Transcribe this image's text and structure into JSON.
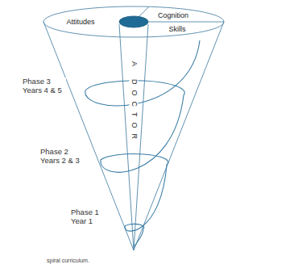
{
  "diagram": {
    "caption": "spiral curriculum.",
    "labels": [
      "Attitudes",
      "Cognition",
      "Skills",
      "A DOCTOR",
      "Phase 3 Years 4 & 5",
      "Phase 2 Years 2 & 3",
      "Phase 1 Year 1"
    ]
  }
}
